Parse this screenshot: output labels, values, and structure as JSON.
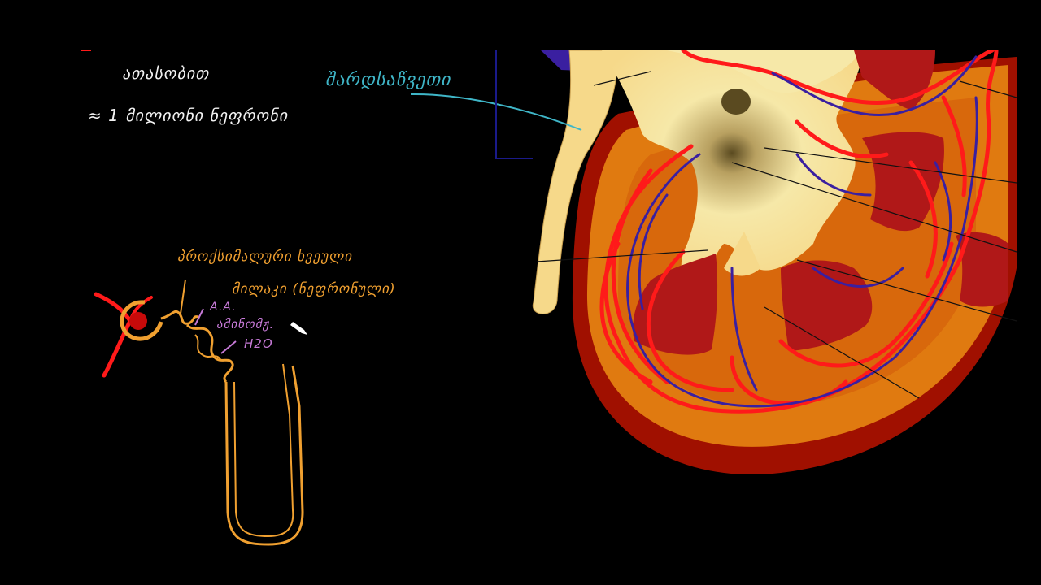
{
  "notes": {
    "line1": "ათასობით",
    "line2": "≈ 1 მილიონი ნეფრონი",
    "ureter_label": "შარდსაწვეთი",
    "nephron_label_line1": "პროქსიმალური ხვეული",
    "nephron_label_line2": "მილაკი (ნეფრონული)",
    "aa_label_line1": "A.A.",
    "aa_label_line2": "ამინომჟ.",
    "aa_label_line3": "H2O"
  },
  "colors": {
    "background": "#000000",
    "chalk_white": "#f2f2f2",
    "chalk_cyan": "#3fb6c8",
    "chalk_orange": "#f0a030",
    "chalk_violet": "#c77ad8",
    "artery_red": "#ff1a1a",
    "vein_blue": "#3a1fa0",
    "cortex_orange": "#e07a10",
    "capsule_dark_red": "#a01000",
    "pyramid_red": "#b01818",
    "pelvis_cream": "#f6d98a"
  },
  "icons": {
    "cursor": "pen-cursor-icon"
  }
}
